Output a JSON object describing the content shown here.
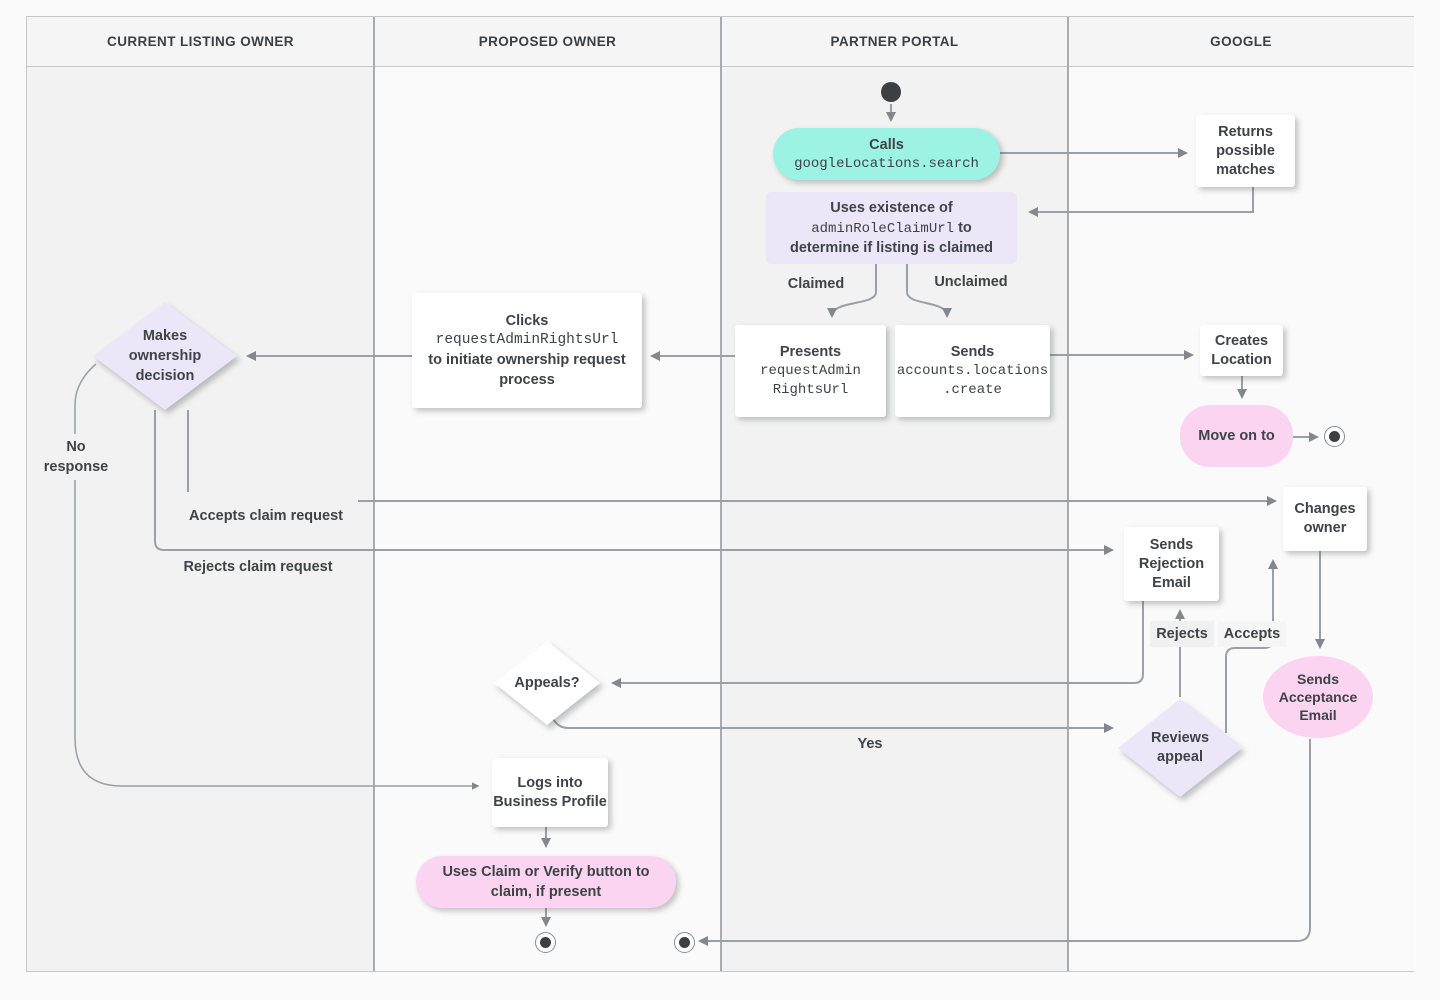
{
  "lanes": [
    {
      "title": "CURRENT LISTING OWNER"
    },
    {
      "title": "PROPOSED OWNER"
    },
    {
      "title": "PARTNER PORTAL"
    },
    {
      "title": "GOOGLE"
    }
  ],
  "nodes": {
    "calls": {
      "title": "Calls",
      "code": "googleLocations.search"
    },
    "returns": {
      "label": "Returns possible matches"
    },
    "uses": {
      "line1": "Uses existence of",
      "code": "adminRoleClaimUrl",
      "suffix": " to",
      "line3": "determine if listing is claimed"
    },
    "presents": {
      "title": "Presents",
      "code1": "requestAdmin",
      "code2": "RightsUrl"
    },
    "sends": {
      "title": "Sends",
      "code1": "accounts.locations",
      "code2": ".create"
    },
    "creates": {
      "label": "Creates Location"
    },
    "move_on": {
      "label": "Move on to"
    },
    "changes": {
      "label": "Changes owner"
    },
    "rejection": {
      "label": "Sends Rejection Email"
    },
    "acceptance": {
      "label": "Sends Acceptance Email"
    },
    "reviews": {
      "label": "Reviews appeal"
    },
    "appeals": {
      "label": "Appeals?"
    },
    "makes": {
      "label": "Makes ownership decision"
    },
    "clicks": {
      "line1": "Clicks",
      "code": "requestAdminRightsUrl",
      "line3": "to initiate ownership request process"
    },
    "logs": {
      "label": "Logs into Business Profile"
    },
    "claim_verify": {
      "label": "Uses Claim or Verify button to claim, if present"
    }
  },
  "edge_labels": {
    "claimed": "Claimed",
    "unclaimed": "Unclaimed",
    "accepts_claim": "Accepts claim request",
    "rejects_claim": "Rejects claim request",
    "no_response": "No response",
    "yes": "Yes",
    "rejects": "Rejects",
    "accepts": "Accepts"
  },
  "colors": {
    "teal": "#9cf3e3",
    "lavender": "#ece7f8",
    "pink": "#fad4f1",
    "line": "#9aa0a6",
    "arrow": "#82888d",
    "text": "#3f4347",
    "lane_odd": "#f2f2f2",
    "lane_even": "#fafafa"
  }
}
